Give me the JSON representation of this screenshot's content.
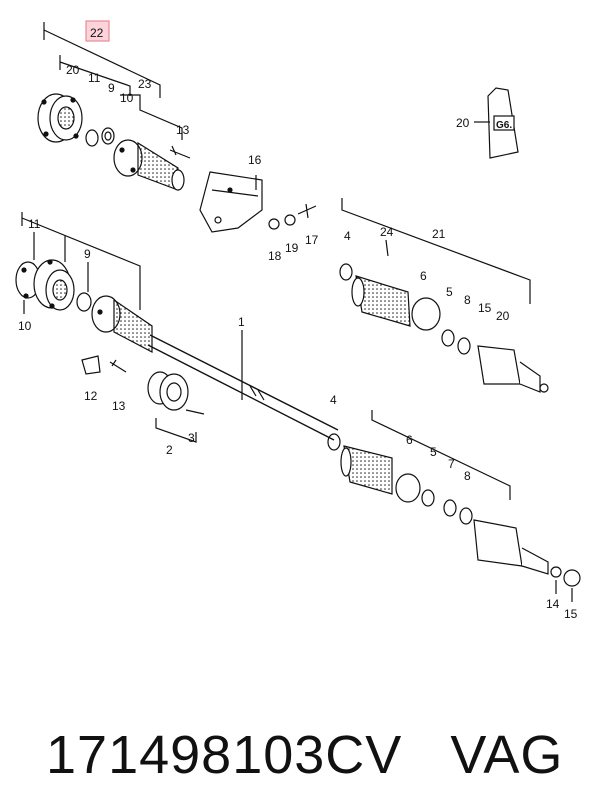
{
  "labels": {
    "l22": "22",
    "l20a": "20",
    "l11a": "11",
    "l9a": "9",
    "l23": "23",
    "l10a": "10",
    "l13a": "13",
    "l16": "16",
    "l20b": "20",
    "l18": "18",
    "l19": "19",
    "l17": "17",
    "l11b": "11",
    "l9b": "9",
    "l10b": "10",
    "l1": "1",
    "l12": "12",
    "l13b": "13",
    "l2": "2",
    "l3": "3",
    "l4a": "4",
    "l24": "24",
    "l21": "21",
    "l6a": "6",
    "l5a": "5",
    "l8a": "8",
    "l15a": "15",
    "l20c": "20",
    "l4b": "4",
    "l6b": "6",
    "l5b": "5",
    "l7": "7",
    "l8b": "8",
    "l14": "14",
    "l15b": "15"
  },
  "tube_text": "G6.",
  "caption": {
    "part_number": "171498103CV",
    "brand": "VAG"
  },
  "colors": {
    "highlight_box": "#f4b0b8",
    "ink": "#111111"
  }
}
